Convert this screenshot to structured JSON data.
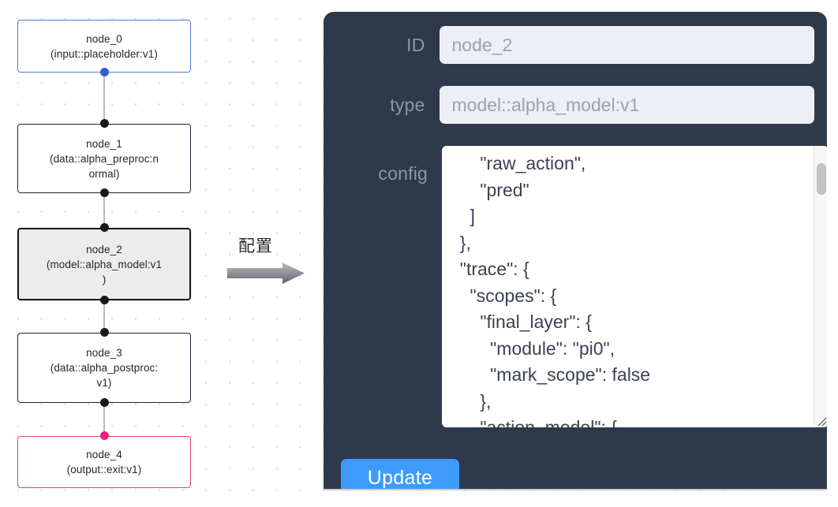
{
  "graph": {
    "nodes": [
      {
        "id": "node_0",
        "type": "(input::placeholder:v1)",
        "style": "input",
        "selected": false
      },
      {
        "id": "node_1",
        "type": "(data::alpha_preproc:n",
        "type2": "ormal)",
        "style": "default",
        "selected": false
      },
      {
        "id": "node_2",
        "type": "(model::alpha_model:v1",
        "type2": ")",
        "style": "selected",
        "selected": true
      },
      {
        "id": "node_3",
        "type": "(data::alpha_postproc:",
        "type2": "v1)",
        "style": "default",
        "selected": false
      },
      {
        "id": "node_4",
        "type": "(output::exit:v1)",
        "style": "output",
        "selected": false
      }
    ]
  },
  "annotation": {
    "label": "配置",
    "arrow_icon": "right-arrow-icon"
  },
  "panel": {
    "fields": {
      "id": {
        "label": "ID",
        "value": "node_2",
        "placeholder": "node_2"
      },
      "type": {
        "label": "type",
        "value": "model::alpha_model:v1",
        "placeholder": "model::alpha_model:v1"
      },
      "config": {
        "label": "config",
        "value": "      \"raw_action\",\n      \"pred\"\n    ]\n  },\n  \"trace\": {\n    \"scopes\": {\n      \"final_layer\": {\n        \"module\": \"pi0\",\n        \"mark_scope\": false\n      },\n      \"action_model\": {",
        "scroll_thumb_position": "top"
      }
    },
    "update_button": "Update",
    "colors": {
      "panel_background": "#2f394c",
      "input_background": "#eceff5",
      "button_accent": "#3d9bfb",
      "label_text": "#8d96a8"
    }
  },
  "node_colors": {
    "input_border": "#4f7ad1",
    "output_border": "#e3407f",
    "default_border": "#1f2430",
    "selected_fill": "#ececec",
    "edge": "#b6bac1"
  }
}
